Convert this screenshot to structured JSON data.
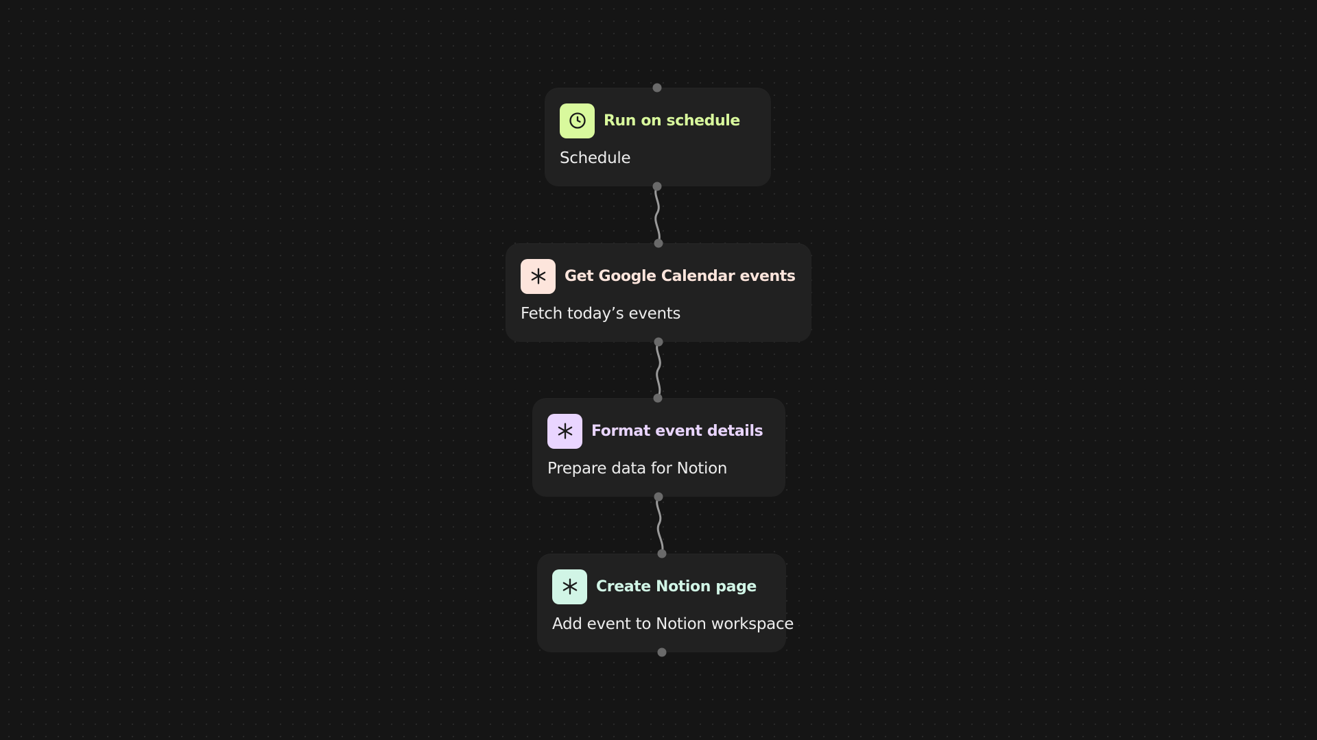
{
  "workflow": {
    "nodes": [
      {
        "id": "run-on-schedule",
        "title": "Run on schedule",
        "subtitle": "Schedule",
        "icon": "clock-icon",
        "accent_color": "#d9f99d",
        "title_color": "#d9f99d"
      },
      {
        "id": "get-google-calendar-events",
        "title": "Get Google Calendar events",
        "subtitle": "Fetch today’s events",
        "icon": "asterisk-icon",
        "accent_color": "#fde5dc",
        "title_color": "#fde5dc"
      },
      {
        "id": "format-event-details",
        "title": "Format event details",
        "subtitle": "Prepare data for Notion",
        "icon": "asterisk-icon",
        "accent_color": "#e9d5ff",
        "title_color": "#e9d5ff"
      },
      {
        "id": "create-notion-page",
        "title": "Create Notion page",
        "subtitle": "Add event to Notion workspace",
        "icon": "asterisk-icon",
        "accent_color": "#d1f5e6",
        "title_color": "#d1f5e6"
      }
    ],
    "edges": [
      {
        "from": "run-on-schedule",
        "to": "get-google-calendar-events"
      },
      {
        "from": "get-google-calendar-events",
        "to": "format-event-details"
      },
      {
        "from": "format-event-details",
        "to": "create-notion-page"
      }
    ]
  }
}
